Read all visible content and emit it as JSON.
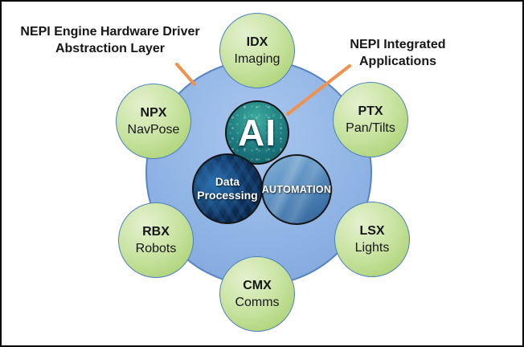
{
  "labels": {
    "hardware_layer": {
      "line1": "NEPI Engine Hardware Driver",
      "line2": "Abstraction Layer"
    },
    "applications": {
      "line1": "NEPI Integrated",
      "line2": "Applications"
    }
  },
  "center": {
    "ai": "AI",
    "data_processing": {
      "line1": "Data",
      "line2": "Processing"
    },
    "automation": "AUTOMATION"
  },
  "nodes": [
    {
      "id": "idx",
      "code": "IDX",
      "label": "Imaging"
    },
    {
      "id": "npx",
      "code": "NPX",
      "label": "NavPose"
    },
    {
      "id": "ptx",
      "code": "PTX",
      "label": "Pan/Tilts"
    },
    {
      "id": "rbx",
      "code": "RBX",
      "label": "Robots"
    },
    {
      "id": "lsx",
      "code": "LSX",
      "label": "Lights"
    },
    {
      "id": "cmx",
      "code": "CMX",
      "label": "Comms"
    }
  ],
  "colors": {
    "text": "#161616",
    "node-fill-light": "#e3f1cf",
    "node-fill-mid": "#c8e3a0",
    "node-fill-dark": "#a2cc66",
    "node-border": "#4f81bd",
    "hub-fill-light": "#a9c7ef",
    "hub-fill-mid": "#90b4e4",
    "hub-fill-dark": "#7ea4da",
    "hub-border": "#5585c2",
    "callout": "#f0924d",
    "ai-teal-light": "#3fae9f",
    "ai-teal-mid": "#1d7a7e",
    "ai-teal-dark": "#0f5a64",
    "data-navy-light": "#16497f",
    "data-navy-dark": "#0a2140",
    "automation-blue-light": "#87b5da",
    "automation-blue-mid": "#5b8fc0",
    "automation-blue-dark": "#2d5f96"
  }
}
